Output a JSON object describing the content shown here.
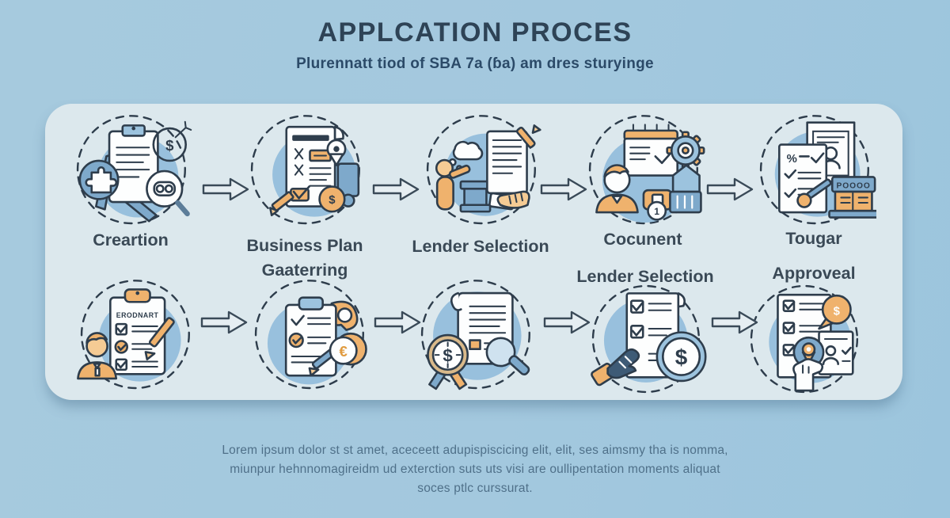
{
  "header": {
    "title": "APPLCATION PROCES",
    "subtitle": "Plurennatt tiod of SBA 7a (ɓa) am dres sturyinge"
  },
  "process": {
    "row1": [
      {
        "label": "Creartion",
        "icon": "documents-easel-dollar-puzzle"
      },
      {
        "label": "Business Plan",
        "label2": "Gaaterring",
        "icon": "checklist-document-coin-pin"
      },
      {
        "label": "Lender Selection",
        "icon": "person-podium-contract-pencil"
      },
      {
        "label": "Cocunent",
        "icon": "person-calendar-gear-basket"
      },
      {
        "label": "Tougar",
        "icon": "percent-checklist-certificate-register"
      }
    ],
    "row2": [
      {
        "label": "",
        "icon": "clipboard-erodnart-person-pencil"
      },
      {
        "label": "",
        "icon": "clipboard-checks-euro-coin"
      },
      {
        "label": "",
        "icon": "scroll-dollar-medal-magnifier"
      },
      {
        "label": "Lender Selection",
        "icon": "checklist-glove-dollar-coin"
      },
      {
        "label": "Approveal",
        "icon": "checklist-dollar-bubble-pin-hand"
      }
    ],
    "icon_text": {
      "clipboard_title": "ERODNART",
      "register_display": "POOOO",
      "badge_number": "1",
      "dollar": "$",
      "euro": "€",
      "percent": "%"
    }
  },
  "footer": {
    "line1": "Lorem ipsum dolor st st amet, aceceett adupispiscicing elit, elit, ses aimsmy tha is nomma,",
    "line2": "miunpur hehnnomagireidm ud exterction suts uts visi are oullipentation moments aliquat",
    "line3": "soces ptlc curssurat."
  },
  "colors": {
    "background": "#a3c8de",
    "panel": "#dce8ed",
    "outline": "#2e3d4c",
    "accent_orange": "#efb26d",
    "accent_blue": "#98c0dd",
    "title_text": "#2e4356",
    "label_text": "#3a4956",
    "footer_text": "#4f7089"
  }
}
